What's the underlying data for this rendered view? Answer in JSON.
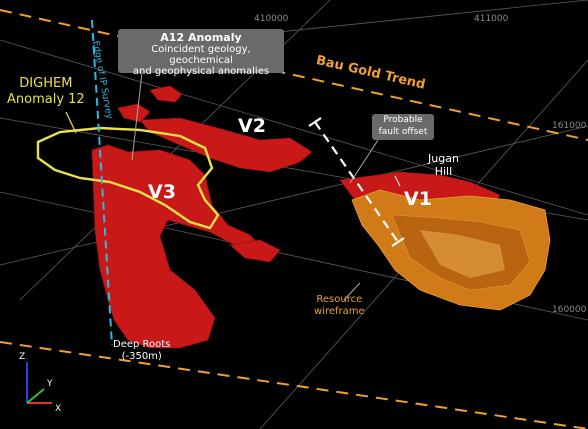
{
  "bau_trend": {
    "text": "Bau Gold Trend",
    "color": "#f0a030"
  },
  "grid_labels": {
    "e410": "410000",
    "e411": "411000",
    "n161": "161000",
    "n160": "160000"
  },
  "a12_callout": {
    "title": "A12 Anomaly",
    "line1": "Coincident geology, geochemical",
    "line2": "and geophysical anomalies"
  },
  "fault_callout": {
    "line1": "Probable",
    "line2": "fault offset"
  },
  "dighem": {
    "line1": "DIGHEM",
    "line2": "Anomaly 12",
    "color": "#e8e24a"
  },
  "edge_ip": {
    "text": "Edge of IP Survey",
    "color": "#30b8e0"
  },
  "veins": {
    "v1": "V1",
    "v2": "V2",
    "v3": "V3"
  },
  "jugan": {
    "line1": "Jugan",
    "line2": "Hill"
  },
  "resource": {
    "line1": "Resource",
    "line2": "wireframe"
  },
  "deep_roots": {
    "line1": "Deep Roots",
    "line2": "(-350m)"
  },
  "axes": {
    "z": "Z",
    "y": "Y",
    "x": "X"
  },
  "colors": {
    "orebody": "#d01818",
    "resource": "#e08a20",
    "grid": "#6a6a6a"
  }
}
